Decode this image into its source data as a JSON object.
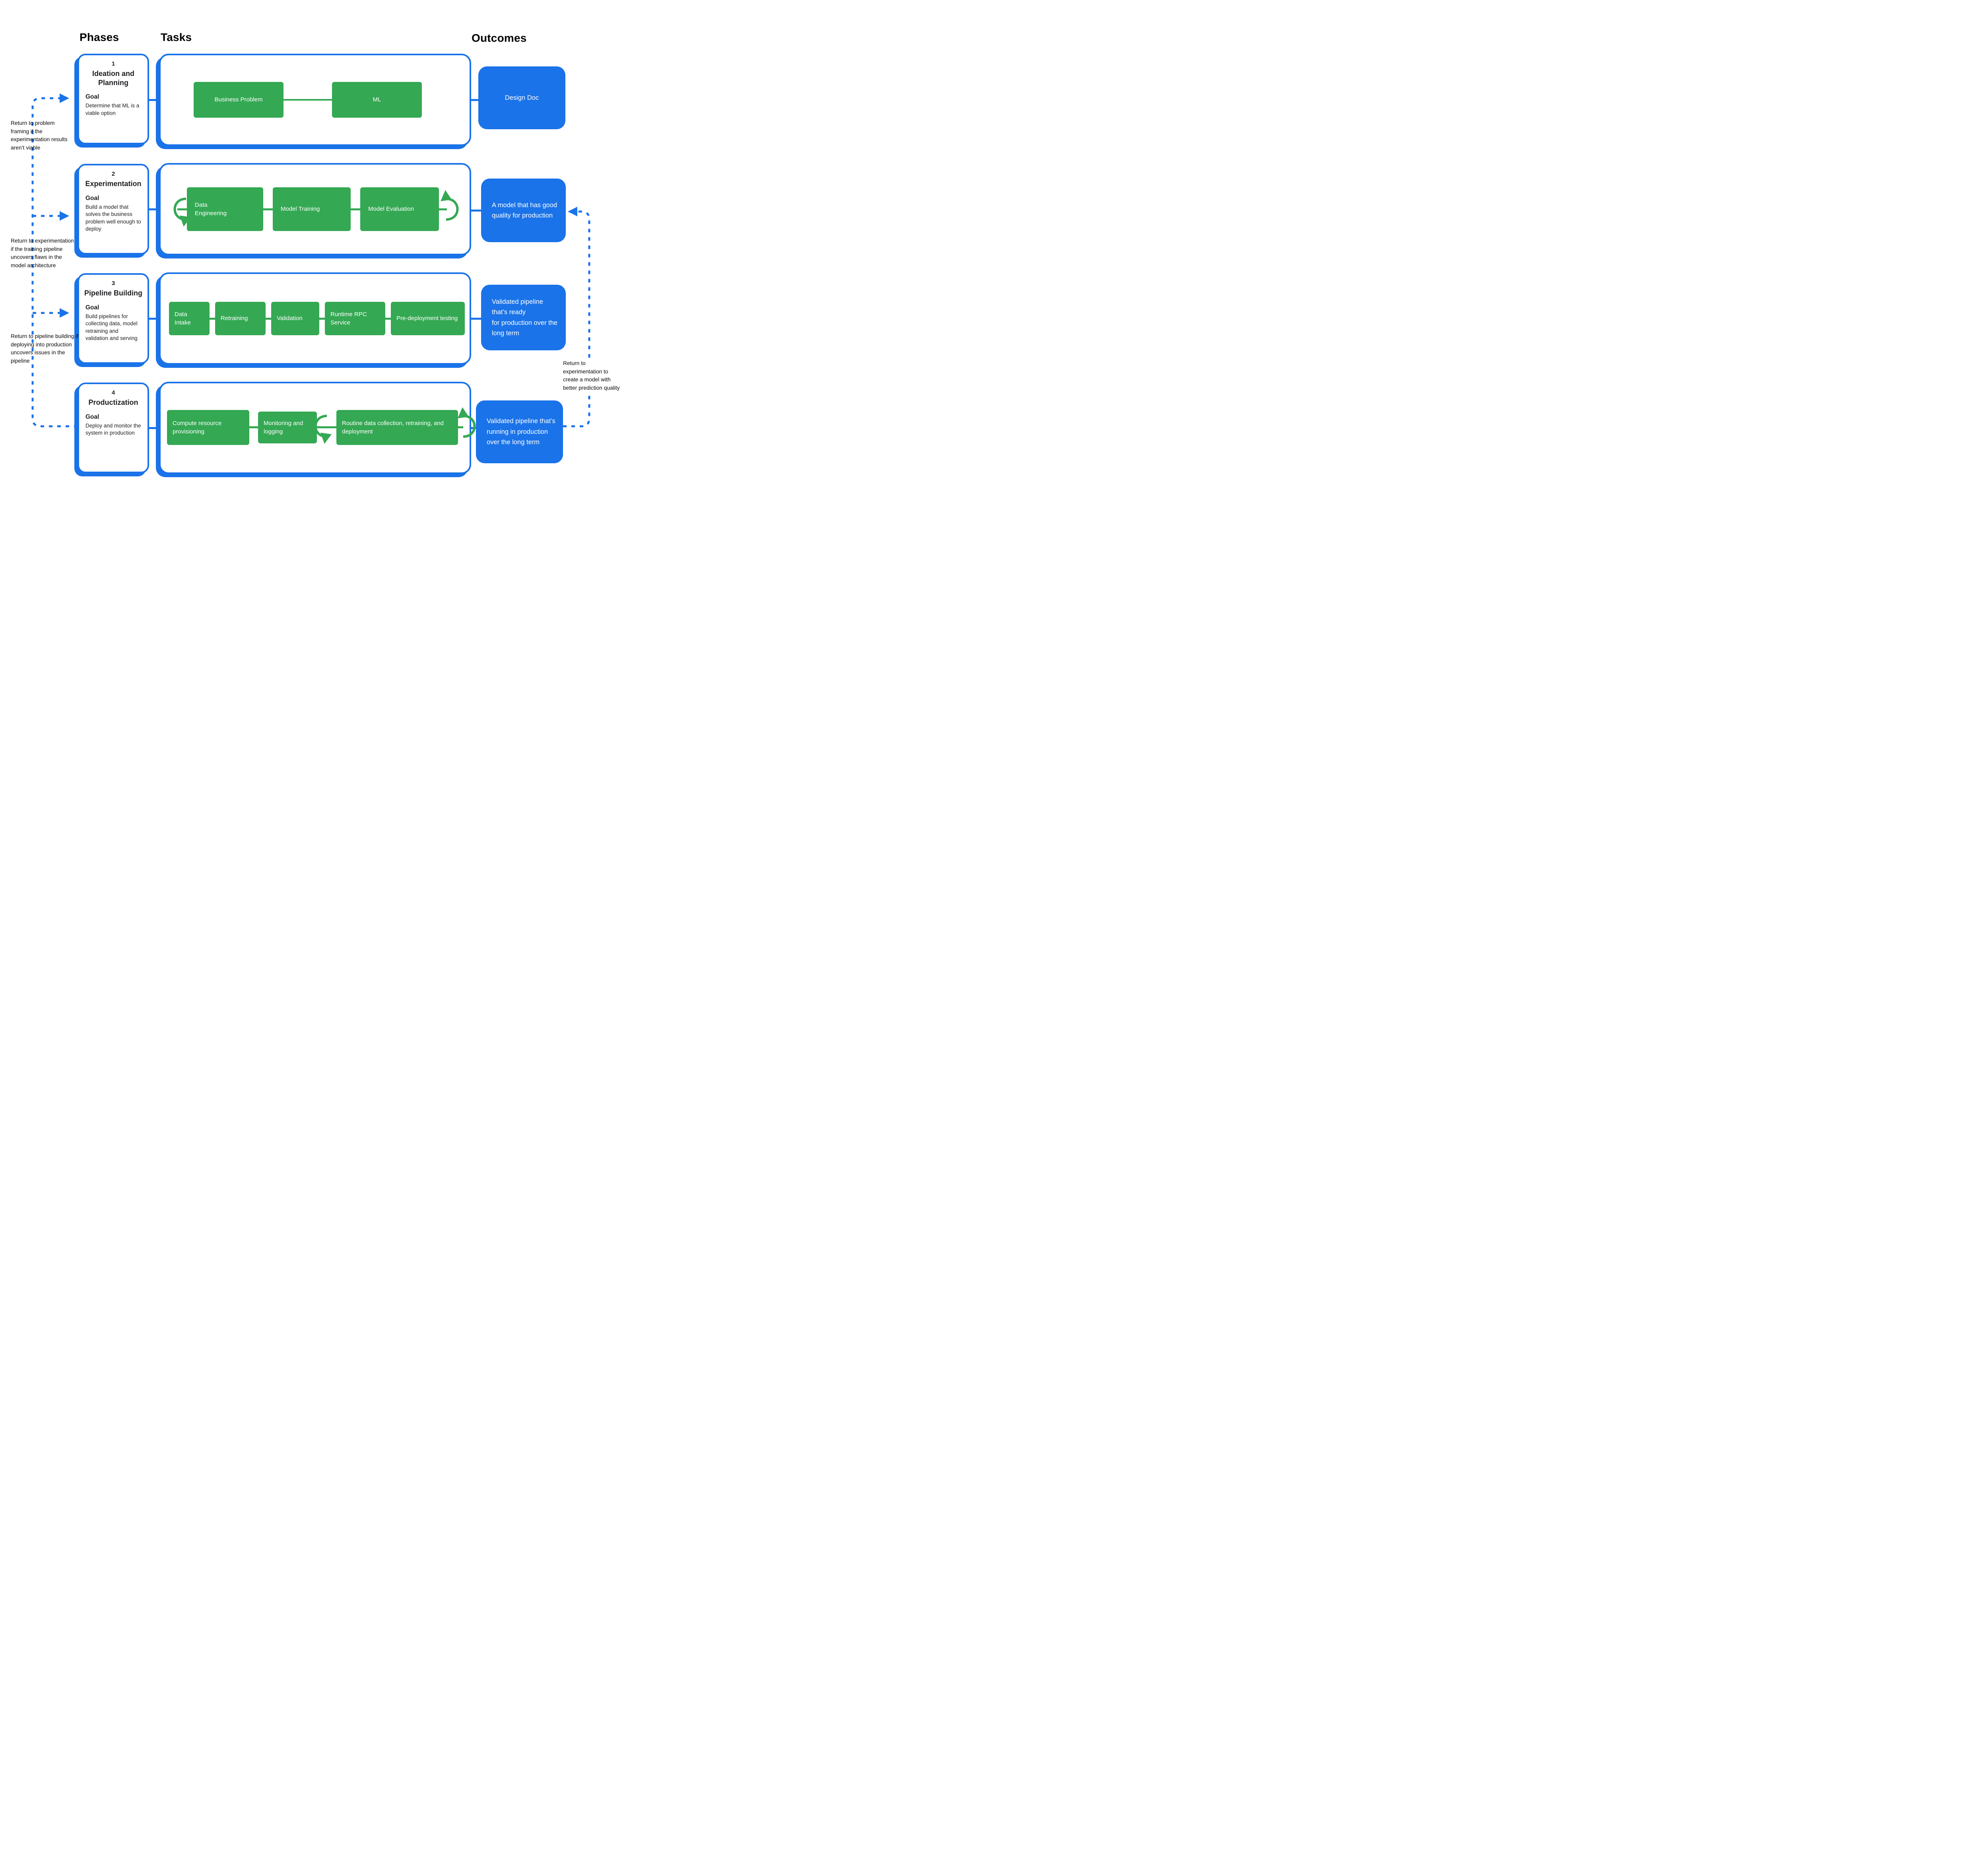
{
  "header": {
    "phases": "Phases",
    "tasks": "Tasks",
    "outcomes": "Outcomes"
  },
  "colors": {
    "accent_blue": "#1A73E8",
    "task_green": "#34A853",
    "text": "#202124"
  },
  "phases": [
    {
      "number": "1",
      "title": "Ideation and Planning",
      "goal_label": "Goal",
      "goal": "Determine that ML is a viable option",
      "tasks": [
        "Business Problem",
        "ML"
      ],
      "outcome": "Design Doc",
      "iterative_tasks": false
    },
    {
      "number": "2",
      "title": "Experimentation",
      "goal_label": "Goal",
      "goal": "Build a model that solves the business problem well enough to deploy",
      "tasks": [
        "Data Engineering",
        "Model Training",
        "Model Evaluation"
      ],
      "outcome": "A model that has good quality for production",
      "iterative_tasks": true
    },
    {
      "number": "3",
      "title": "Pipeline Building",
      "goal_label": "Goal",
      "goal": "Build pipelines for collecting data, model retraining and validation and serving",
      "tasks": [
        "Data Intake",
        "Retraining",
        "Validation",
        "Runtime RPC Service",
        "Pre-deployment testing"
      ],
      "outcome": "Validated pipeline that’s ready for production over the long term",
      "iterative_tasks": false
    },
    {
      "number": "4",
      "title": "Productization",
      "goal_label": "Goal",
      "goal": "Deploy and monitor the system in production",
      "tasks": [
        "Compute resource provisioning",
        "Monitoring and logging",
        "Routine data collection, retraining, and deployment"
      ],
      "outcome": "Validated pipeline that’s running in production over the long term",
      "iterative_tasks": true
    }
  ],
  "annotations": {
    "left": [
      "Return to problem framing if the experimentation results aren’t viable",
      "Return to experimentation if the training pipeline uncovers flaws in the model architecture",
      "Return to pipeline building if deploying into production uncovers issues in the pipeline"
    ],
    "right": [
      "Return to experimentation to create a model with better prediction quality"
    ]
  }
}
